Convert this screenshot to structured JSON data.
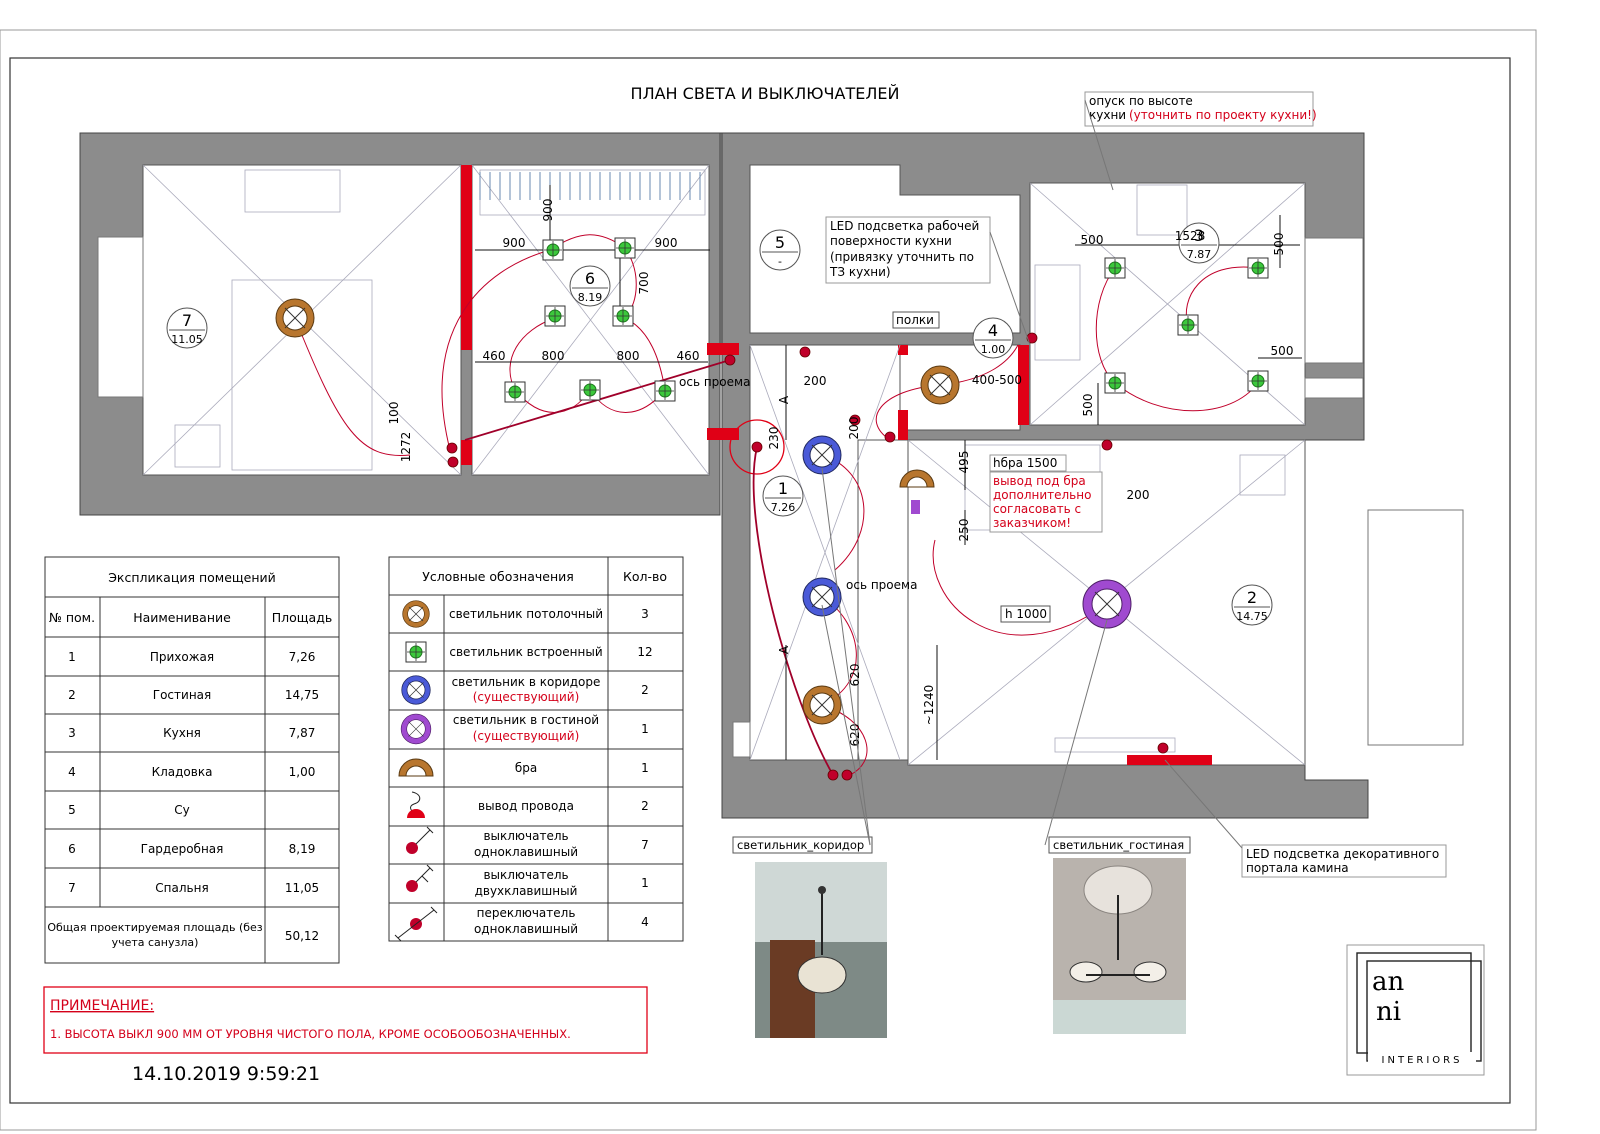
{
  "title": "ПЛАН СВЕТА И ВЫКЛЮЧАТЕЛЕЙ",
  "timestamp": "14.10.2019 9:59:21",
  "rooms": [
    {
      "num": "7",
      "area": "11.05"
    },
    {
      "num": "6",
      "area": "8.19"
    },
    {
      "num": "5",
      "area": "-"
    },
    {
      "num": "4",
      "area": "1.00"
    },
    {
      "num": "3",
      "area": "7.87"
    },
    {
      "num": "1",
      "area": "7.26"
    },
    {
      "num": "2",
      "area": "14.75"
    }
  ],
  "dims": {
    "d900v": "900",
    "d900a": "900",
    "d900b": "900",
    "d700": "700",
    "d460a": "460",
    "d800a": "800",
    "d800b": "800",
    "d460b": "460",
    "d100": "100",
    "d1272": "1272",
    "d200a": "200",
    "d200b": "200",
    "d230": "230",
    "d500a": "500",
    "d1528": "1528",
    "d500b": "500",
    "d500c": "500",
    "d500d": "500",
    "d400500": "400-500",
    "d495": "495",
    "d250": "250",
    "d200c": "200",
    "d1240": "~1240",
    "d620a": "620",
    "d620b": "620",
    "A1": "А",
    "A2": "А"
  },
  "annotations": {
    "axis1": "ось проема",
    "axis2": "ось проема",
    "shelves": "полки",
    "kitchen_drop_1": "опуск по высоте",
    "kitchen_drop_2": "кухни",
    "kitchen_drop_red": "(уточнить по проекту кухни!)",
    "led_kitchen": [
      "LED подсветка рабочей",
      "поверхности кухни",
      "(привязку уточнить по",
      "ТЗ кухни)"
    ],
    "hbra": "hбра 1500",
    "bra_note": [
      "вывод под бра",
      "дополнительно",
      "согласовать с",
      "заказчиком!"
    ],
    "h1000": "h 1000",
    "lamp_corridor": "светильник_коридор",
    "lamp_living": "светильник_гостиная",
    "led_portal": [
      "LED подсветка декоративного",
      "портала камина"
    ]
  },
  "explication": {
    "title": "Экспликация помещений",
    "headers": [
      "№ пом.",
      "Наименивание",
      "Площадь"
    ],
    "rows": [
      [
        "1",
        "Прихожая",
        "7,26"
      ],
      [
        "2",
        "Гостиная",
        "14,75"
      ],
      [
        "3",
        "Кухня",
        "7,87"
      ],
      [
        "4",
        "Кладовка",
        "1,00"
      ],
      [
        "5",
        "Су",
        ""
      ],
      [
        "6",
        "Гардеробная",
        "8,19"
      ],
      [
        "7",
        "Спальня",
        "11,05"
      ]
    ],
    "total_label": [
      "Общая проектируемая площадь (без",
      "учета санузла)"
    ],
    "total_value": "50,12"
  },
  "legend": {
    "title": "Условные обозначения",
    "qty_header": "Кол-во",
    "rows": [
      {
        "icon": "ceiling-lamp-icon",
        "text": [
          "светильник потолочный"
        ],
        "red": "",
        "qty": "3"
      },
      {
        "icon": "recessed-lamp-icon",
        "text": [
          "светильник встроенный"
        ],
        "red": "",
        "qty": "12"
      },
      {
        "icon": "corridor-lamp-icon",
        "text": [
          "светильник в коридоре"
        ],
        "red": "(существующий)",
        "qty": "2"
      },
      {
        "icon": "living-lamp-icon",
        "text": [
          "светильник в гостиной"
        ],
        "red": "(существующий)",
        "qty": "1"
      },
      {
        "icon": "wall-lamp-icon",
        "text": [
          "бра"
        ],
        "red": "",
        "qty": "1"
      },
      {
        "icon": "wire-outlet-icon",
        "text": [
          "вывод провода"
        ],
        "red": "",
        "qty": "2"
      },
      {
        "icon": "single-switch-icon",
        "text": [
          "выключатель",
          "одноклавишный"
        ],
        "red": "",
        "qty": "7"
      },
      {
        "icon": "double-switch-icon",
        "text": [
          "выключатель",
          "двухклавишный"
        ],
        "red": "",
        "qty": "1"
      },
      {
        "icon": "toggle-switch-icon",
        "text": [
          "переключатель",
          "одноклавишный"
        ],
        "red": "",
        "qty": "4"
      }
    ]
  },
  "note": {
    "title": "ПРИМЕЧАНИЕ:",
    "text": "1. ВЫСОТА ВЫКЛ 900 ММ ОТ УРОВНЯ ЧИСТОГО ПОЛА, КРОМЕ ОСОБООБОЗНАЧЕННЫХ."
  },
  "logo": {
    "line1": "an",
    "line2": "ni",
    "sub": "INTERIORS"
  },
  "colors": {
    "wall": "#8c8c8c",
    "accent": "#d4001a",
    "recessed": "#3cc83c",
    "ceiling": "#b8762e",
    "corridor": "#4a5ad8",
    "living": "#a04ad0"
  }
}
